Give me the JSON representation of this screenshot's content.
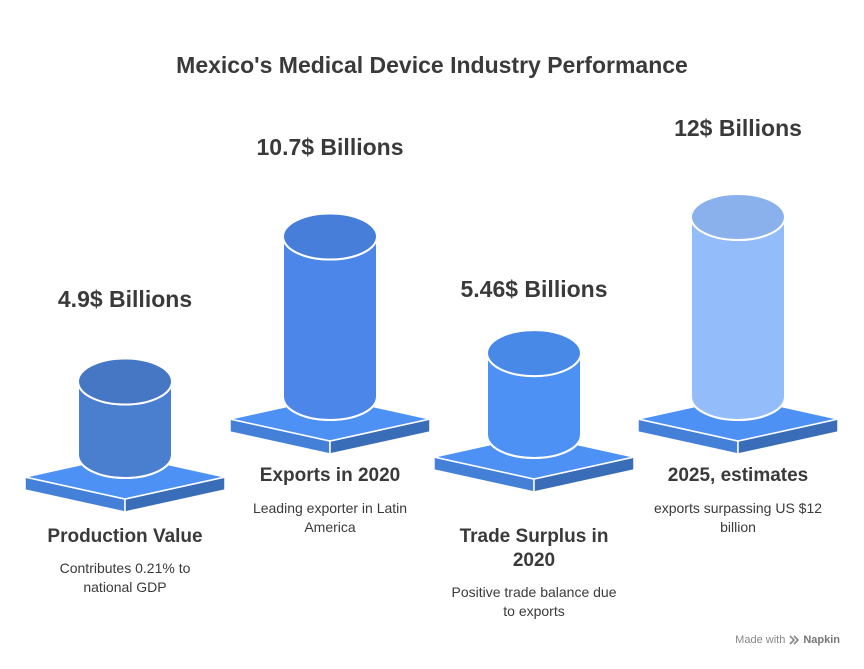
{
  "chart_data": {
    "type": "bar",
    "title": "Mexico's Medical Device Industry Performance",
    "categories": [
      "Production Value",
      "Exports in 2020",
      "Trade Surplus in 2020",
      "2025, estimates"
    ],
    "values": [
      4.9,
      10.7,
      5.46,
      12
    ],
    "value_labels": [
      "4.9$ Billions",
      "10.7$ Billions",
      "5.46$ Billions",
      "12$ Billions"
    ],
    "descriptions": [
      "Contributes 0.21% to national GDP",
      "Leading exporter in Latin America",
      "Positive trade balance due to exports",
      "exports surpassing US $12 billion"
    ],
    "unit": "Billions",
    "colors": [
      "#4a7fd0",
      "#4c86e8",
      "#4d91f5",
      "#93bcfb"
    ],
    "base_color": "#4d91f5"
  },
  "watermark": {
    "prefix": "Made with",
    "brand": "Napkin"
  }
}
